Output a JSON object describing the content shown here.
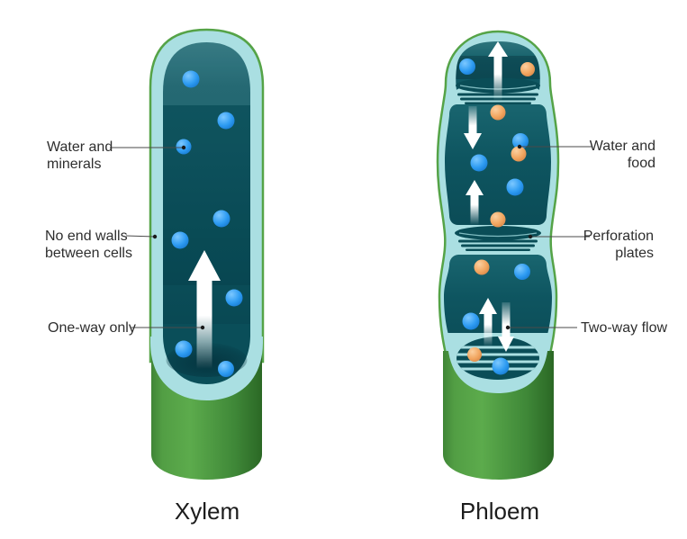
{
  "figure": {
    "left_column": {
      "title": "Xylem",
      "labels": [
        {
          "id": "water-minerals",
          "lines": [
            "Water and",
            "minerals"
          ]
        },
        {
          "id": "no-end-walls",
          "lines": [
            "No end walls",
            "between cells"
          ]
        },
        {
          "id": "one-way-only",
          "lines": [
            "One-way only"
          ]
        }
      ]
    },
    "right_column": {
      "title": "Phloem",
      "labels": [
        {
          "id": "water-food",
          "lines": [
            "Water and",
            "food"
          ]
        },
        {
          "id": "perforation-plates",
          "lines": [
            "Perforation",
            "plates"
          ]
        },
        {
          "id": "two-way-flow",
          "lines": [
            "Two-way flow"
          ]
        }
      ]
    }
  },
  "colors": {
    "tube_wall": "#aadfe2",
    "tube_outline": "#55a347",
    "tube_interior": "#0b525c",
    "plate_dark": "#0a4d57",
    "stem_green": "#4f9a42",
    "water_particle": "#2d9bf2",
    "food_particle": "#f2a660",
    "flow_arrow": "#ffffff",
    "label_text": "#2e2e2e",
    "leader_line": "#4a4a4a"
  }
}
